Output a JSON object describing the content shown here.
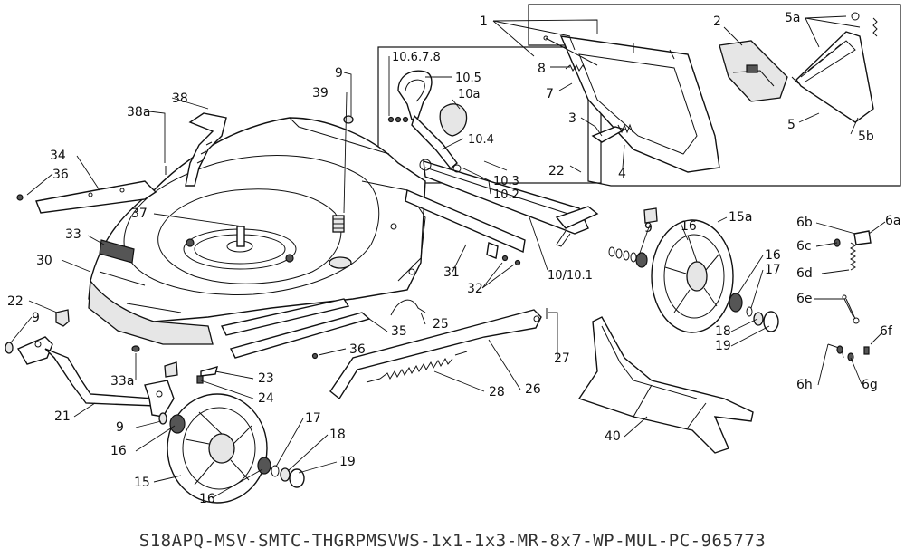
{
  "labels": {
    "l1": "1",
    "l2": "2",
    "l3": "3",
    "l4": "4",
    "l5": "5",
    "l5a": "5a",
    "l5b": "5b",
    "l7": "7",
    "l8": "8",
    "l9a": "9",
    "l9b": "9",
    "l9c": "9",
    "l9d": "9",
    "l10_678": "10.6.7.8",
    "l10_5": "10.5",
    "l10a": "10a",
    "l10_4": "10.4",
    "l10_3": "10.3",
    "l10_2": "10.2",
    "l10_10_1": "10/10.1",
    "l15": "15",
    "l15a": "15a",
    "l16a": "16",
    "l16b": "16",
    "l16c": "16",
    "l16d": "16",
    "l17a": "17",
    "l17b": "17",
    "l18a": "18",
    "l18b": "18",
    "l19a": "19",
    "l19b": "19",
    "l21": "21",
    "l22a": "22",
    "l22b": "22",
    "l23": "23",
    "l24": "24",
    "l25": "25",
    "l26": "26",
    "l27": "27",
    "l28": "28",
    "l30": "30",
    "l31": "31",
    "l32": "32",
    "l33": "33",
    "l33a": "33a",
    "l34": "34",
    "l35": "35",
    "l36a": "36",
    "l36b": "36",
    "l37": "37",
    "l38": "38",
    "l38a": "38a",
    "l39": "39",
    "l40": "40",
    "l6a": "6a",
    "l6b": "6b",
    "l6c": "6c",
    "l6d": "6d",
    "l6e": "6e",
    "l6f": "6f",
    "l6g": "6g",
    "l6h": "6h"
  },
  "model_code": "S18APQ-MSV-SMTC-THGRPMSVWS-1x1-1x3-MR-8x7-WP-MUL-PC-965773"
}
